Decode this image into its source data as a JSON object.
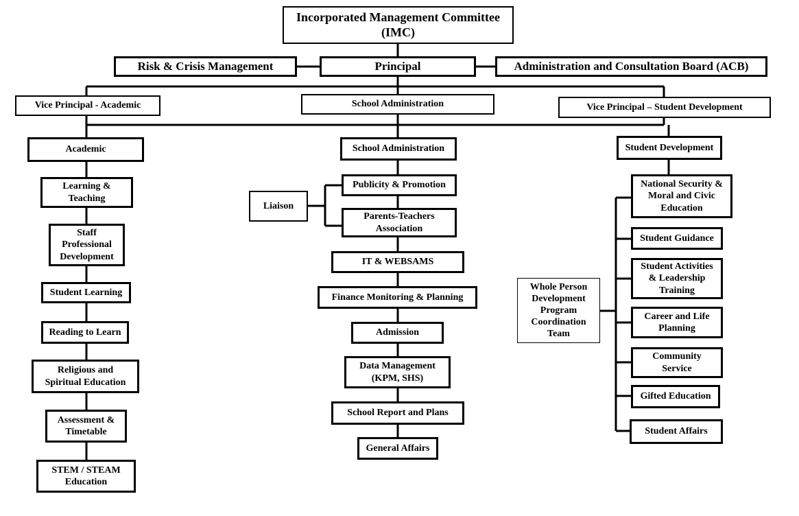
{
  "top": {
    "imc": "Incorporated Management Committee\n(IMC)",
    "risk": "Risk & Crisis Management",
    "principal": "Principal",
    "acb": "Administration and Consultation Board (ACB)"
  },
  "vp_academic": "Vice Principal - Academic",
  "school_admin_top": "School Administration",
  "vp_student": "Vice Principal – Student Development",
  "academic": {
    "head": "Academic",
    "items": [
      "Learning &\nTeaching",
      "Staff\nProfessional\nDevelopment",
      "Student Learning",
      "Reading to Learn",
      "Religious and\nSpiritual Education",
      "Assessment &\nTimetable",
      "STEM / STEAM\nEducation"
    ]
  },
  "admin": {
    "head": "School Administration",
    "liaison": "Liaison",
    "publicity": "Publicity & Promotion",
    "pta": "Parents-Teachers\nAssociation",
    "items": [
      "IT & WEBSAMS",
      "Finance Monitoring & Planning",
      "Admission",
      "Data Management\n(KPM, SHS)",
      "School Report and Plans",
      "General Affairs"
    ]
  },
  "student": {
    "head": "Student Development",
    "whole_person": "Whole Person\nDevelopment\nProgram\nCoordination\nTeam",
    "items": [
      "National Security &\nMoral and Civic\nEducation",
      "Student Guidance",
      "Student Activities\n& Leadership\nTraining",
      "Career and Life\nPlanning",
      "Community\nService",
      "Gifted Education",
      "Student Affairs"
    ]
  }
}
